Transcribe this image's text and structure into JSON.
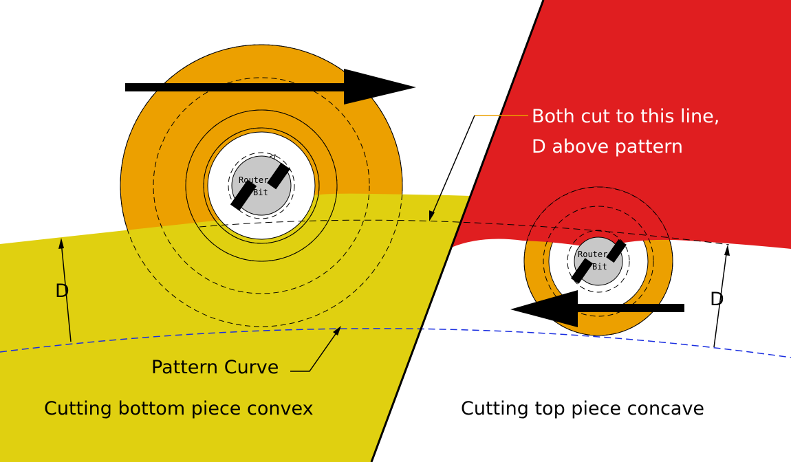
{
  "labels": {
    "both_cut_line1": "Both cut to this line,",
    "both_cut_line2": "D above pattern",
    "pattern_curve": "Pattern Curve",
    "left_caption": "Cutting bottom piece convex",
    "right_caption": "Cutting top piece concave",
    "d_left": "D",
    "d_right": "D",
    "bit_left_1": "Router",
    "bit_left_2": "Bit",
    "bit_right_1": "Router",
    "bit_right_2": "Bit"
  },
  "colors": {
    "yellow": "#e0d010",
    "red": "#e01e20",
    "orange": "#eca000",
    "bit_gray": "#c8c8c8",
    "pattern_blue": "#1a2ee0"
  }
}
